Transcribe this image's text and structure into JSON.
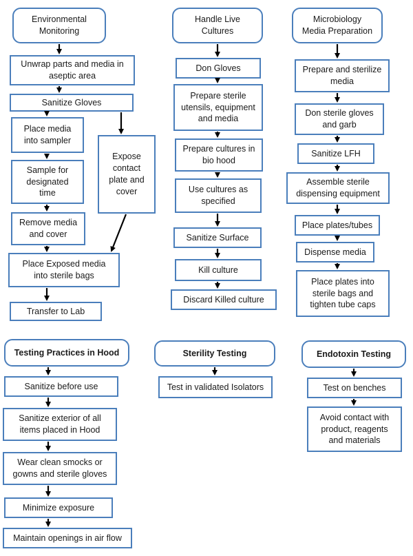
{
  "colors": {
    "box_border": "#4a7ebb",
    "arrow": "#000000",
    "background": "#ffffff"
  },
  "columns": {
    "environmental_monitoring": {
      "header": "Environmental\nMonitoring",
      "steps": [
        "Unwrap parts and media in\naseptic area",
        "Sanitize Gloves",
        "Place media\ninto sampler",
        "Sample for\ndesignated\ntime",
        "Remove media\nand cover",
        "Place Exposed media\ninto sterile bags",
        "Transfer to Lab"
      ],
      "side_step": "Expose\ncontact\nplate and\ncover"
    },
    "handle_live_cultures": {
      "header": "Handle Live\nCultures",
      "steps": [
        "Don Gloves",
        "Prepare sterile\nutensils, equipment\nand media",
        "Prepare cultures in\nbio hood",
        "Use cultures as\nspecified",
        "Sanitize Surface",
        "Kill culture",
        "Discard Killed culture"
      ]
    },
    "microbiology_media_preparation": {
      "header": "Microbiology\nMedia Preparation",
      "steps": [
        "Prepare and sterilize\nmedia",
        "Don sterile gloves\nand garb",
        "Sanitize LFH",
        "Assemble sterile\ndispensing equipment",
        "Place plates/tubes",
        "Dispense media",
        "Place plates into\nsterile bags and\ntighten tube caps"
      ]
    },
    "testing_practices_in_hood": {
      "header": "Testing Practices in Hood",
      "steps": [
        "Sanitize before use",
        "Sanitize exterior of all\nitems placed in Hood",
        "Wear clean smocks or\ngowns and sterile gloves",
        "Minimize exposure",
        "Maintain openings in air flow"
      ]
    },
    "sterility_testing": {
      "header": "Sterility Testing",
      "steps": [
        "Test in validated Isolators"
      ]
    },
    "endotoxin_testing": {
      "header": "Endotoxin Testing",
      "steps": [
        "Test on benches",
        "Avoid contact with\nproduct, reagents\nand materials"
      ]
    }
  }
}
